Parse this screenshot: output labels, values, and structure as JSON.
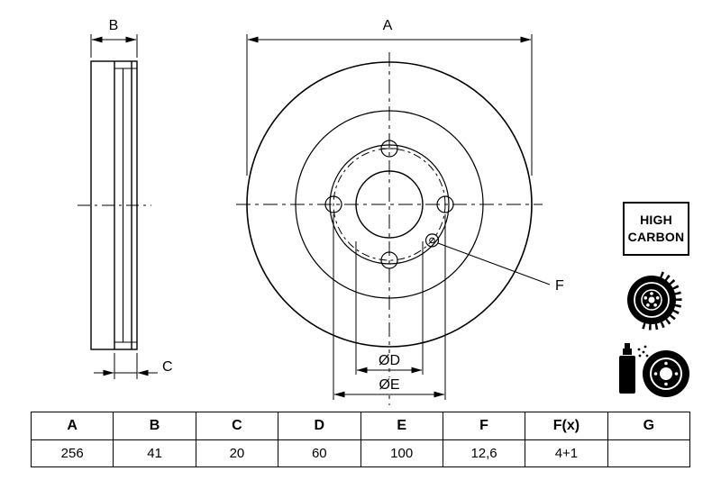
{
  "colors": {
    "ink": "#000000",
    "background": "#ffffff"
  },
  "drawing": {
    "labels": {
      "a": "A",
      "b": "B",
      "c": "C",
      "f": "F",
      "d": "ØD",
      "e": "ØE"
    }
  },
  "badge": {
    "line1": "HIGH",
    "line2": "CARBON"
  },
  "icons": {
    "rotor": "brake-rotor-icon",
    "spray": "spray-can-disc-icon"
  },
  "table": {
    "headers": [
      "A",
      "B",
      "C",
      "D",
      "E",
      "F",
      "F(x)",
      "G"
    ],
    "values": [
      "256",
      "41",
      "20",
      "60",
      "100",
      "12,6",
      "4+1",
      ""
    ]
  }
}
